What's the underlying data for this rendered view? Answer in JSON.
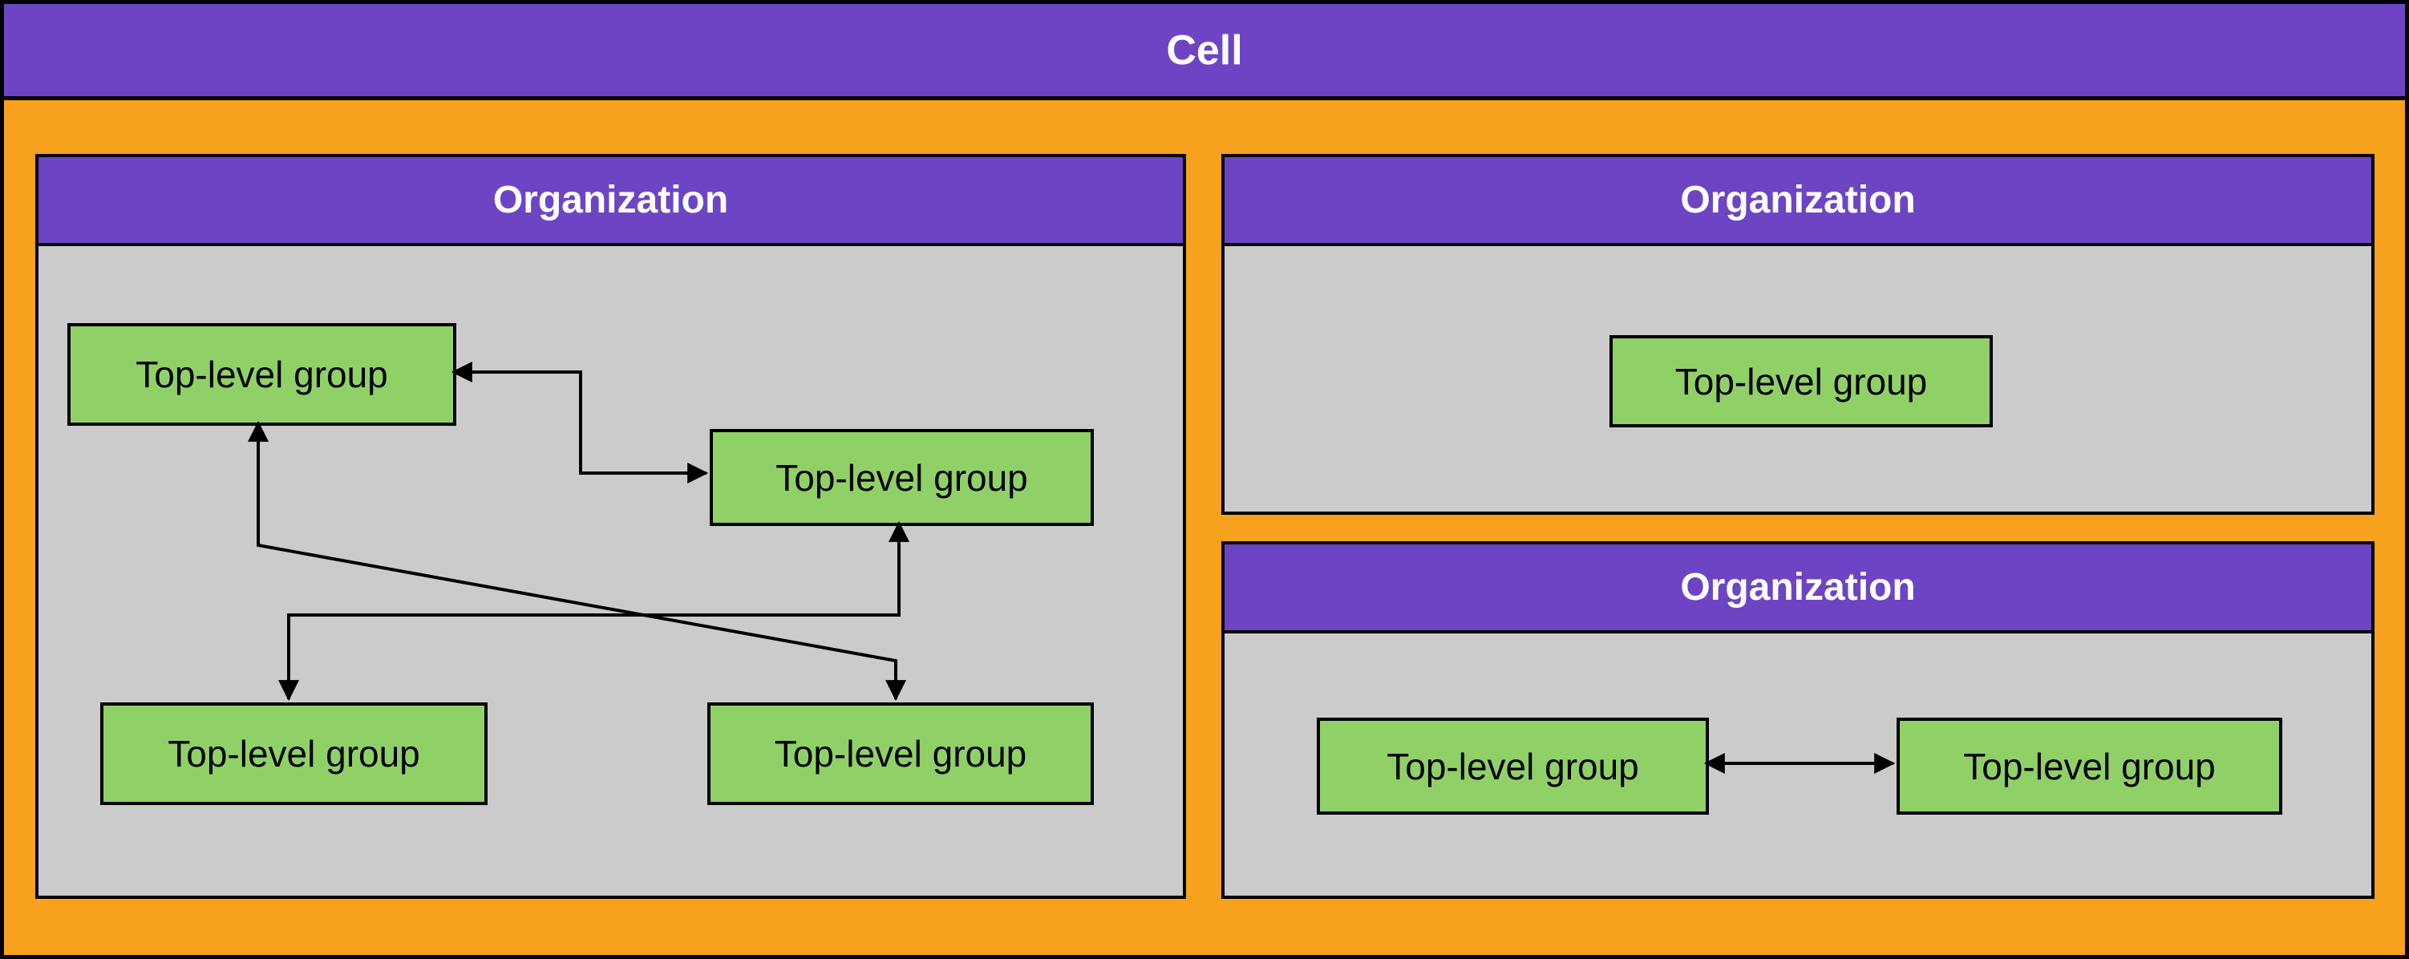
{
  "diagram": {
    "cell": {
      "title": "Cell"
    },
    "organizations": [
      {
        "title": "Organization",
        "groups": [
          {
            "label": "Top-level group"
          },
          {
            "label": "Top-level group"
          },
          {
            "label": "Top-level group"
          },
          {
            "label": "Top-level group"
          }
        ]
      },
      {
        "title": "Organization",
        "groups": [
          {
            "label": "Top-level group"
          }
        ]
      },
      {
        "title": "Organization",
        "groups": [
          {
            "label": "Top-level group"
          },
          {
            "label": "Top-level group"
          }
        ]
      }
    ],
    "edges": [
      {
        "from": "org1-group1-top-left",
        "to": "org1-group2-middle-right",
        "direction": "bidirectional"
      },
      {
        "from": "org1-group1-top-left",
        "to": "org1-group4-bottom-right",
        "direction": "bidirectional"
      },
      {
        "from": "org1-group2-middle-right",
        "to": "org1-group3-bottom-left",
        "direction": "bidirectional"
      },
      {
        "from": "org3-group1-left",
        "to": "org3-group2-right",
        "direction": "bidirectional"
      }
    ],
    "colors": {
      "header_purple": "#6d45c4",
      "cell_body_orange": "#f7a11c",
      "org_body_gray": "#cbcbcb",
      "group_green": "#90d167",
      "border_black": "#000000",
      "header_text": "#ffffff",
      "group_text": "#000000"
    }
  }
}
